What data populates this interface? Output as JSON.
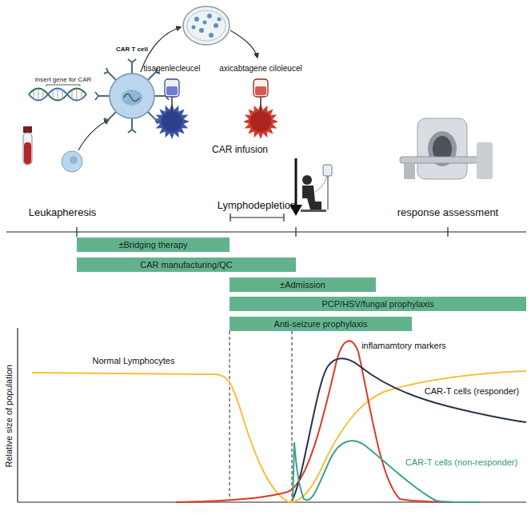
{
  "diagram": {
    "nodes": [
      {
        "text": [
          "±Bridging therapy"
        ]
      },
      {
        "text": [
          "CAR manufacturing/QC"
        ]
      },
      {
        "text": [
          "±Admission"
        ]
      },
      {
        "text": [
          "PCP/HSV/fungal prophylaxis"
        ]
      },
      {
        "text": [
          "Anti-seizure prophylaxis"
        ]
      }
    ],
    "labels": [
      "Insert gene for CAR",
      "CAR T cell",
      "tisagenlecleucel",
      "axicabtagene ciloleucel",
      "CAR infusion",
      "Leukapheresis",
      "Lymphodepletion",
      "response assessment",
      "inflamamtory markers",
      "Normal Lymphocytes",
      "CAR-T cells (responder)",
      "CAR-T cells (non-responder)",
      "Relative size of population"
    ]
  }
}
